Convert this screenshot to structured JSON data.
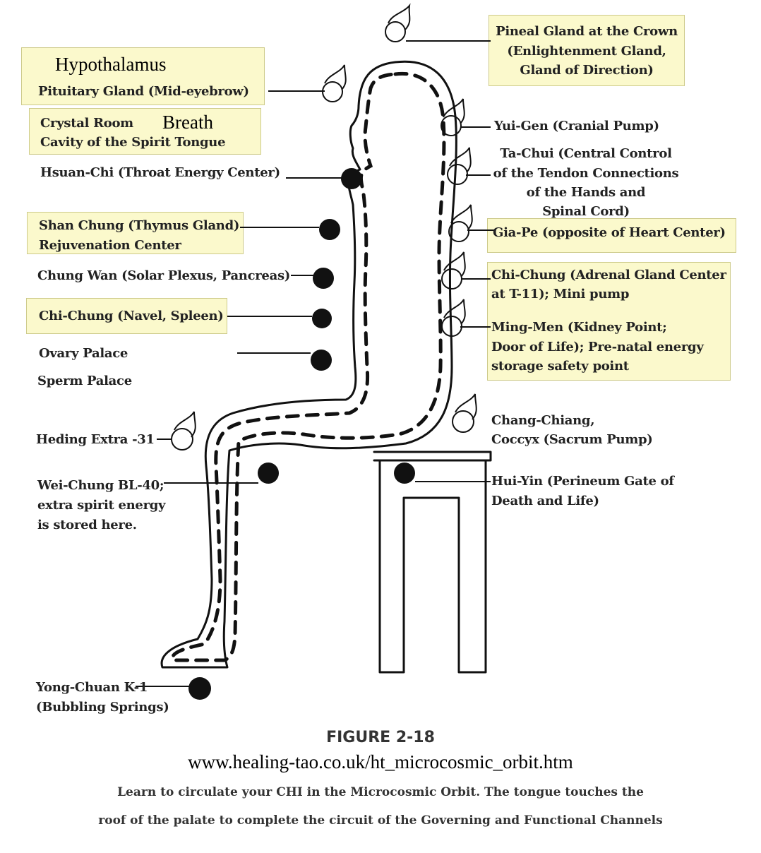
{
  "diagram": {
    "left_points": {
      "hypothalamus": "Hypothalamus",
      "pituitary": "Pituitary Gland (Mid-eyebrow)",
      "crystal_room": "Crystal Room",
      "breath": "Breath",
      "cavity": "Cavity of the Spirit Tongue",
      "hsuan_chi": "Hsuan-Chi (Throat Energy Center)",
      "shan_chung_1": "Shan Chung (Thymus Gland)",
      "shan_chung_2": "Rejuvenation Center",
      "chung_wan": "Chung Wan (Solar Plexus, Pancreas)",
      "chi_chung_navel": "Chi-Chung (Navel, Spleen)",
      "ovary": "Ovary Palace",
      "sperm": "Sperm Palace",
      "heding": "Heding Extra -31",
      "wei_chung_1": "Wei-Chung BL-40;",
      "wei_chung_2": "extra spirit energy",
      "wei_chung_3": "is stored here.",
      "yong_chuan_1": "Yong-Chuan K-1",
      "yong_chuan_2": "(Bubbling Springs)"
    },
    "right_points": {
      "pineal_1": "Pineal Gland at the Crown",
      "pineal_2": "(Enlightenment Gland,",
      "pineal_3": "Gland of Direction)",
      "yui_gen": "Yui-Gen (Cranial Pump)",
      "ta_chui_1": "Ta-Chui (Central Control",
      "ta_chui_2": "of the Tendon Connections",
      "ta_chui_3": "of the Hands and",
      "ta_chui_4": "Spinal Cord)",
      "gia_pe": "Gia-Pe (opposite of Heart Center)",
      "chi_chung_adrenal_1": "Chi-Chung (Adrenal Gland Center",
      "chi_chung_adrenal_2": "at T-11); Mini pump",
      "ming_men_1": "Ming-Men (Kidney Point;",
      "ming_men_2": "Door of Life); Pre-natal energy",
      "ming_men_3": "storage safety point",
      "chang_chiang_1": "Chang-Chiang,",
      "chang_chiang_2": "Coccyx (Sacrum Pump)",
      "hui_yin_1": "Hui-Yin (Perineum Gate of",
      "hui_yin_2": "Death and Life)"
    },
    "caption": {
      "figure_title": "FIGURE 2-18",
      "url": "www.healing-tao.co.uk/ht_microcosmic_orbit.htm",
      "line1": "Learn to circulate your CHI in the Microcosmic Orbit. The tongue touches the",
      "line2": "roof of the palate to complete the circuit of the Governing and Functional Channels"
    },
    "colors": {
      "highlight": "#fbf9cc",
      "ink": "#111111"
    }
  }
}
